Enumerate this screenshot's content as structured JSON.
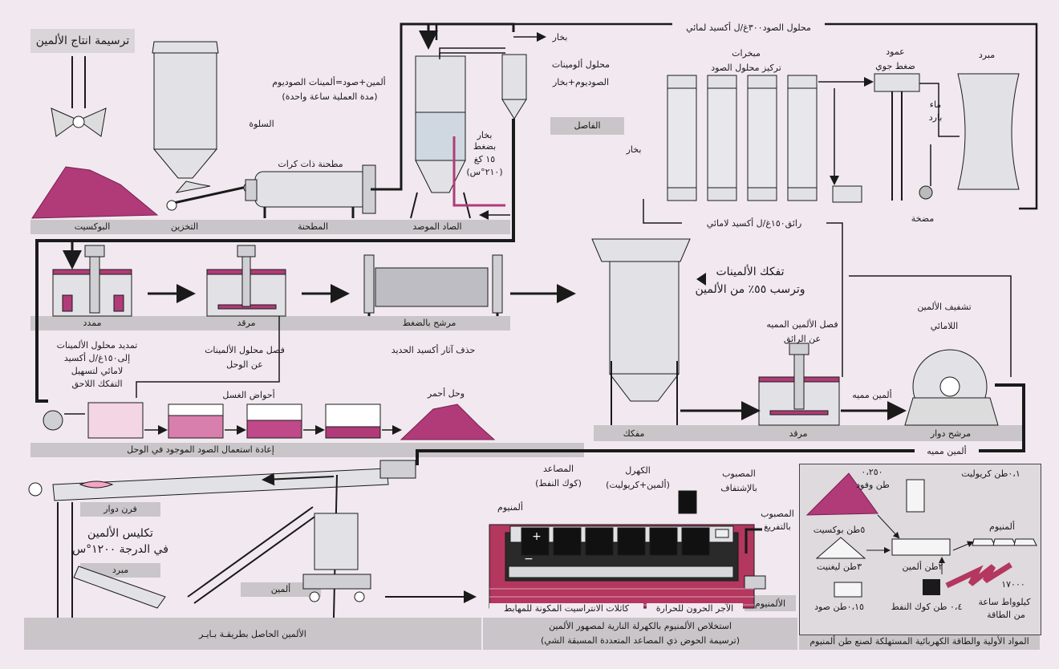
{
  "title": "ترسيمة انتاج الألمين",
  "colors": {
    "magenta": "#b03b78",
    "pink": "#e4a9c8",
    "lightpink": "#f3d5e4",
    "gray": "#c9c5c8",
    "tank": "#e2e2e6",
    "brick": "#b3375f",
    "line": "#1a1a1a"
  },
  "section1": {
    "bauxite": "البوكسيت",
    "storage": "التخزين",
    "mill_band": "المطحنة",
    "autoclave_band": "الصاد الموصد",
    "hopper": "السلوة",
    "ball_mill": "مطحنة ذات كرات",
    "reaction": "ألمين+صود=ألمينات الصوديوم",
    "duration": "(مدة العملية ساعة واحدة)",
    "steam_pressure": [
      "بخار",
      "بضغط",
      "١٥ كغ",
      "(٢١٠°س)"
    ],
    "steam_out": "بخار",
    "sodium_aluminate": [
      "محلول ألومينات",
      "الصوديوم+بخار"
    ],
    "separator": "الفاصل"
  },
  "section2": {
    "soda_top": "محلول الصود٣٠٠غ/ل أكسيد لمائي",
    "evaporators": [
      "مبخرات",
      "تركيز محلول الصود"
    ],
    "vacuum": [
      "عمود",
      "ضغط جوي"
    ],
    "cooler": "مبرد",
    "cold_water": [
      "ماء",
      "بارد"
    ],
    "steam": "بخار",
    "pump": "مضخة",
    "liquor": "رائق١٥٠غ/ل أكسيد لامائي"
  },
  "section3": {
    "diluter": "ممدد",
    "settler": "مرقد",
    "filter_press": "مرشح بالضغط",
    "dilute_desc": [
      "تمديد محلول الألمينات",
      "إلى١٥٠غ/ل أكسيد",
      "لامائي لتسهيل",
      "التفكك اللاحق"
    ],
    "separate_desc": [
      "فصل محلول الألمينات",
      "عن الوحل"
    ],
    "iron_desc": "حذف آثار أكسيد الحديد",
    "wash_tanks": "أحواض الغسل",
    "red_mud": "وحل أحمر",
    "reuse": "إعادة استعمال الصود الموجود في الوحل"
  },
  "section4": {
    "decomp": [
      "تفكك الألمينات",
      "وترسب ٥٥٪ من الألمين"
    ],
    "decomposer": "مفكك",
    "settler": "مرقد",
    "rotary_filter": "مرشح دوار",
    "separate_hydr": [
      "فصل الألمين المميه",
      "عن الرائق"
    ],
    "hydr_alumina": "ألمين مميه",
    "drying": [
      "تشفيف الألمين",
      "اللامائي"
    ],
    "hydr_bottom": "ألمين مميه"
  },
  "section5": {
    "kiln": "فرن دوار",
    "calcine": [
      "تكليس الألمين",
      "في الدرجة ١٢٠٠°س"
    ],
    "cooler": "مبرد",
    "alumina": "ألمين",
    "band": "الألمين الحاصل بطريقـة بـايـر"
  },
  "section6": {
    "anodes": [
      "المصاعد",
      "(كوك النفط)"
    ],
    "electrolyte": [
      "الكهرل",
      "(ألمين+كريوليت)"
    ],
    "tapping": [
      "المصبوب",
      "بالإشتفاف"
    ],
    "tapped": [
      "المصبوب",
      "بالتفريغ"
    ],
    "aluminium_left": "ألمنيوم",
    "aluminium_out": "الألمنيوم",
    "plus": "+",
    "minus": "−",
    "refractory": "الآجر الحرون للحرارة",
    "cathodes": "كاثلات الانتراسيت المكونة للمهابط",
    "band": [
      "استخلاص الألمنيوم بالكهرلة النارية لمصهور الألمين",
      "(ترسيمة الحوض ذي المصاعد المتعددة المسبقة الشي)"
    ]
  },
  "section7": {
    "fluorine": [
      "٠،٢٥٠",
      "طن وفود"
    ],
    "cryolite": "٠،١طن كريوليت",
    "bauxite": "٥طن بوكسيت",
    "lignite": "٣طن ليغنيت",
    "alumina": "٢طن ألمين",
    "aluminium": "ألمنيوم",
    "soda": "٠،١٥طن صود",
    "coke": "٠،٤ طن كوك النفط",
    "energy": [
      "١٧٠٠٠",
      "كيلوواط ساعة",
      "من الطاقة"
    ],
    "band": "المواد الأولية والطاقة الكهربائية المستهلكة لصنع طن ألمنيوم"
  }
}
